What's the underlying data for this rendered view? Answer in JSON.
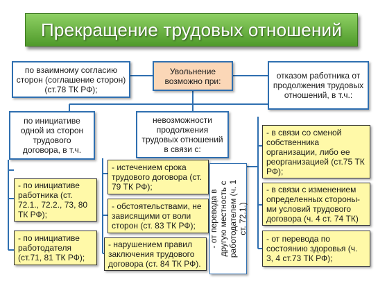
{
  "title": "Прекращение трудовых отношений",
  "root": "Увольнение возможно при:",
  "by_agreement": "по взаимному согласию сторон (соглашение сторон) (ст.78 ТК РФ);",
  "refusal": "отказом работника от продолжения трудовых отношений, в т.ч.:",
  "initiative": "по инициативе одной из сторон трудового договора, в т.ч.",
  "impossibility": "невозможности продолжения трудовых отношений в связи с:",
  "initiative_items": [
    "- по инициативе работника (ст. 72.1., 72.2., 73, 80 ТК РФ);",
    "- по инициативе работодателя (ст.71, 81 ТК РФ);"
  ],
  "impossibility_items": [
    "- истечением срока трудового договора (ст. 79 ТК РФ);",
    "- обстоятельствами, не зависящими от воли сторон (ст. 83 ТК РФ);",
    "- нарушением правил заключения трудового договора (ст. 84 ТК РФ)."
  ],
  "transfer_vertical": "- от перевода в\nдругую местность с\nработодателем (ч. 1\nст. 72.1.)",
  "refusal_items": [
    "- в связи со сменой собственника организации, либо ее реорганизацией (ст.75 ТК РФ);",
    "- в связи с изменением определенных стороны- ми условий трудового договора (ч. 4 ст. 74 ТК)",
    "- от перевода по состоянию здоровья (ч. 3, 4 ст.73 ТК РФ);"
  ]
}
